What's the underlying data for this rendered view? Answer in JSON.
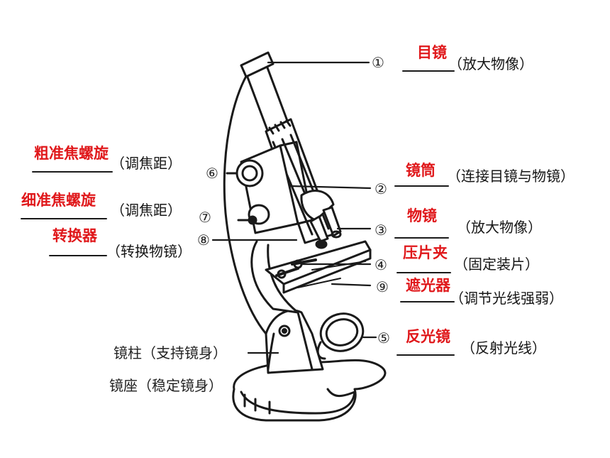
{
  "colors": {
    "answer": "#e0181b",
    "ink": "#151515",
    "background": "#ffffff"
  },
  "labels": {
    "eyepiece": {
      "num": "①",
      "name": "目镜",
      "func": "（放大物像）"
    },
    "tube": {
      "num": "②",
      "name": "镜筒",
      "func": "（连接目镜与物镜）"
    },
    "objective": {
      "num": "③",
      "name": "物镜",
      "func": "（放大物像）"
    },
    "stage_clip": {
      "num": "④",
      "name": "压片夹",
      "func": "（固定装片）"
    },
    "mirror": {
      "num": "⑤",
      "name": "反光镜",
      "func": "（反射光线）"
    },
    "coarse_focus": {
      "num": "⑥",
      "name": "粗准焦螺旋",
      "func": "（调焦距）"
    },
    "fine_focus": {
      "num": "⑦",
      "name": "细准焦螺旋",
      "func": "（调焦距）"
    },
    "nosepiece": {
      "num": "⑧",
      "name": "转换器",
      "func": "（转换物镜）"
    },
    "diaphragm": {
      "num": "⑨",
      "name": "遮光器",
      "func": "（调节光线强弱）"
    }
  },
  "structures": {
    "arm": "镜柱（支持镜身）",
    "base": "镜座（稳定镜身）"
  }
}
